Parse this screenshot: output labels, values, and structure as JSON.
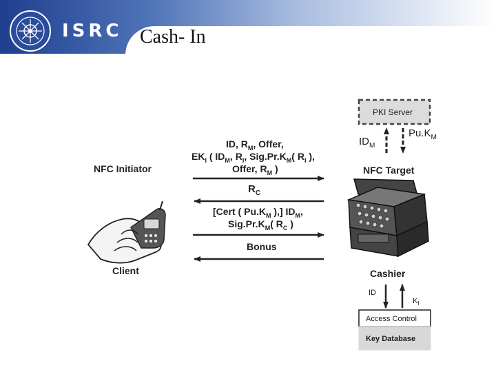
{
  "header": {
    "brand": "ISRC",
    "title": "Cash- In",
    "colors": {
      "header_dark": "#1f3f8f",
      "header_light": "#a9bde0"
    }
  },
  "diagram": {
    "pki_server": "PKI Server",
    "nfc_initiator": "NFC Initiator",
    "nfc_target": "NFC Target",
    "client": "Client",
    "cashier": "Cashier",
    "access_control": "Access Control",
    "key_database": "Key Database",
    "id_m": {
      "base": "ID",
      "sub": "M"
    },
    "puk_m": {
      "base": "Pu.K",
      "sub": "M"
    },
    "id_label": "ID",
    "k_label": {
      "base": "K",
      "sub": "I"
    },
    "msg1_line1": {
      "a": "ID, R",
      "sub1": "M",
      "b": ", Offer,"
    },
    "msg1_line2": {
      "a": "EK",
      "sub1": "I",
      "b": " ( ID",
      "sub2": "M",
      "c": ", R",
      "sub3": "I",
      "d": ", Sig.Pr.K",
      "sub4": "M",
      "e": "( R",
      "sub5": "I",
      "f": " ),"
    },
    "msg1_line3": {
      "a": "Offer, R",
      "sub1": "M",
      "b": " )"
    },
    "msg2": {
      "base": "R",
      "sub": "C"
    },
    "msg3_line1": {
      "a": "[Cert ( Pu.K",
      "sub1": "M",
      "b": " ),] ID",
      "sub2": "M",
      "c": ","
    },
    "msg3_line2": {
      "a": "Sig.Pr.K",
      "sub1": "M",
      "b": "( R",
      "sub2": "C",
      "c": " )"
    },
    "msg4": "Bonus"
  }
}
